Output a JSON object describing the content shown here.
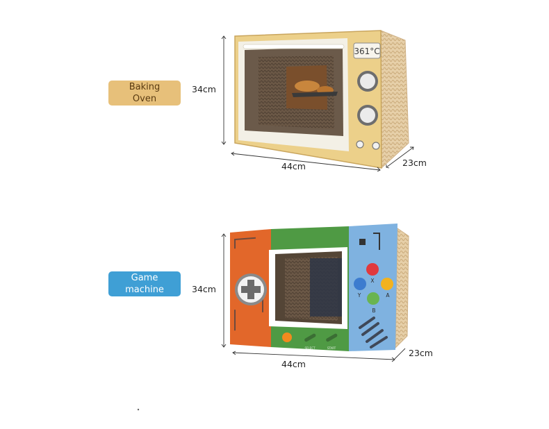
{
  "labels": {
    "oven": {
      "line1": "Baking",
      "line2": "Oven"
    },
    "game": {
      "line1": "Game",
      "line2": "machine"
    }
  },
  "dimensions": {
    "oven": {
      "height": "34cm",
      "width": "44cm",
      "depth": "23cm"
    },
    "game": {
      "height": "34cm",
      "width": "44cm",
      "depth": "23cm"
    }
  },
  "oven_display": "361°C",
  "game_buttons": {
    "x": "X",
    "y": "Y",
    "a": "A",
    "b": "B",
    "select": "SELECT",
    "start": "START"
  },
  "colors": {
    "oven_tag": "#e7c07a",
    "game_tag": "#3f9fd5",
    "oven_body": "#ecd08a",
    "game_orange": "#e2672a",
    "game_green": "#4f9a44",
    "game_blue": "#7fb2e0",
    "cardboard": "#d9b887"
  }
}
